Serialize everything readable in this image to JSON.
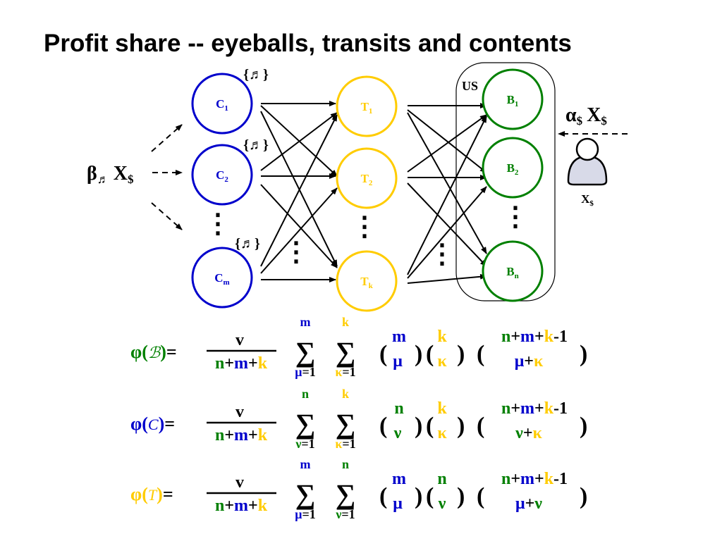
{
  "title": "Profit share -- eyeballs, transits and contents",
  "colors": {
    "content": "#0000cc",
    "transit": "#ffcc00",
    "eyeball": "#008000",
    "arrow": "#000000",
    "phi_B": "#008000",
    "phi_C": "#0000cc",
    "phi_T": "#ffcc00"
  },
  "nodes": {
    "content": [
      {
        "base": "C",
        "sub": "1"
      },
      {
        "base": "C",
        "sub": "2"
      },
      {
        "base": "C",
        "sub": "m"
      }
    ],
    "transit": [
      {
        "base": "T",
        "sub": "1"
      },
      {
        "base": "T",
        "sub": "2"
      },
      {
        "base": "T",
        "sub": "k"
      }
    ],
    "eyeball": [
      {
        "base": "B",
        "sub": "1"
      },
      {
        "base": "B",
        "sub": "2"
      },
      {
        "base": "B",
        "sub": "n"
      }
    ]
  },
  "labels": {
    "music_set": "{♬}",
    "us": "US",
    "beta_greek": "β",
    "beta_sub": "♬",
    "x": "X",
    "x_sub": "$",
    "alpha_greek": "α",
    "alpha_sub": "$",
    "user_label": "X",
    "user_label_sub": "$",
    "ellipsis": "⋮",
    "user_icon": "person-icon"
  },
  "formulas": [
    {
      "phi": "φ(",
      "set": "ℬ",
      "close": ")=",
      "numerator": "v",
      "den": [
        "n",
        "+",
        "m",
        "+",
        "k"
      ],
      "sum1_top": "m",
      "sum1_bottom_var": "μ",
      "sum1_bottom_rest": "=1",
      "sum2_top": "k",
      "sum2_bottom_var": "κ",
      "sum2_bottom_rest": "=1",
      "b1_top": "m",
      "b1_bottom": "μ",
      "b2_top": "k",
      "b2_bottom": "κ",
      "b3_top": [
        "n",
        "+",
        "m",
        "+",
        "k",
        "-1"
      ],
      "b3_bottom": [
        "μ",
        "+",
        "κ"
      ]
    },
    {
      "phi": "φ(",
      "set": "C",
      "close": ")=",
      "numerator": "v",
      "den": [
        "n",
        "+",
        "m",
        "+",
        "k"
      ],
      "sum1_top": "n",
      "sum1_bottom_var": "ν",
      "sum1_bottom_rest": "=1",
      "sum2_top": "k",
      "sum2_bottom_var": "κ",
      "sum2_bottom_rest": "=1",
      "b1_top": "n",
      "b1_bottom": "ν",
      "b2_top": "k",
      "b2_bottom": "κ",
      "b3_top": [
        "n",
        "+",
        "m",
        "+",
        "k",
        "-1"
      ],
      "b3_bottom": [
        "ν",
        "+",
        "κ"
      ]
    },
    {
      "phi": "φ(",
      "set": "T",
      "close": ")=",
      "numerator": "v",
      "den": [
        "n",
        "+",
        "m",
        "+",
        "k"
      ],
      "sum1_top": "m",
      "sum1_bottom_var": "μ",
      "sum1_bottom_rest": "=1",
      "sum2_top": "n",
      "sum2_bottom_var": "ν",
      "sum2_bottom_rest": "=1",
      "b1_top": "m",
      "b1_bottom": "μ",
      "b2_top": "n",
      "b2_bottom": "ν",
      "b3_top": [
        "n",
        "+",
        "m",
        "+",
        "k",
        "-1"
      ],
      "b3_bottom": [
        "μ",
        "+",
        "ν"
      ]
    }
  ]
}
